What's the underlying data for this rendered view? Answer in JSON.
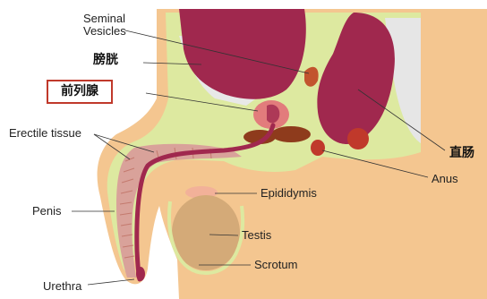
{
  "labels": {
    "seminal": "Seminal\nVesicles",
    "bladder": "膀胱",
    "prostate": "前列腺",
    "erectile": "Erectile tissue",
    "rectum": "直肠",
    "anus": "Anus",
    "penis": "Penis",
    "epididymis": "Epididymis",
    "testis": "Testis",
    "scrotum": "Scrotum",
    "urethra": "Urethra"
  },
  "colors": {
    "skin": "#f4c690",
    "fat": "#dde9a0",
    "muscle": "#a0284e",
    "prostate": "#e27c7c",
    "erectile": "#d9a29a",
    "testis": "#d4aa78",
    "highlight_border": "#c0392b"
  }
}
